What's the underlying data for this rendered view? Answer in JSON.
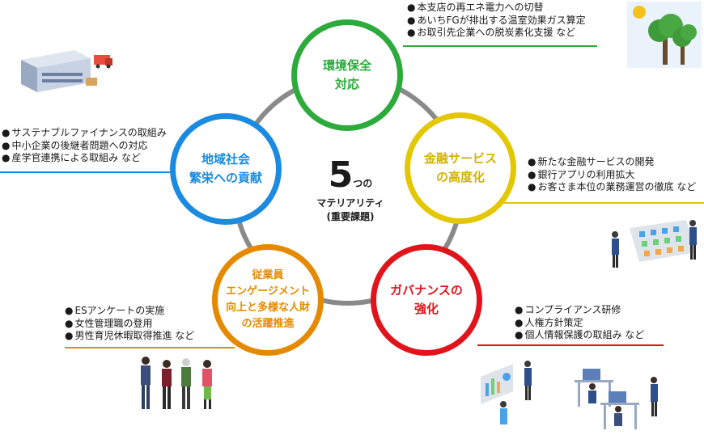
{
  "center": {
    "number": "5",
    "suffix": "つの",
    "line1": "マテリアリティ",
    "line2": "(重要課題)"
  },
  "nodes": {
    "environment": {
      "title": "環境保全\n対応",
      "color": "#2cab3c",
      "items": [
        "本支店の再エネ電力への切替",
        "あいちFGが排出する温室効果ガス算定",
        "お取引先企業への脱炭素化支援 など"
      ]
    },
    "finance": {
      "title": "金融サービス\nの高度化",
      "color": "#e3c700",
      "items": [
        "新たな金融サービスの開発",
        "銀行アプリの利用拡大",
        "お客さま本位の業務運営の徹底 など"
      ]
    },
    "governance": {
      "title": "ガバナンスの\n強化",
      "color": "#e1141b",
      "items": [
        "コンプライアンス研修",
        "人権方針策定",
        "個人情報保護の取組み など"
      ]
    },
    "employee": {
      "title": "従業員\nエンゲージメント\n向上と多様な人財\nの活躍推進",
      "color": "#e58a00",
      "items": [
        "ESアンケートの実施",
        "女性管理職の登用",
        "男性育児休暇取得推進 など"
      ]
    },
    "community": {
      "title": "地域社会\n繁栄への貢献",
      "color": "#1a8be0",
      "items": [
        "サステナブルファイナンスの取組み",
        "中小企業の後継者問題への対応",
        "産学官連携による取組み など"
      ]
    }
  },
  "ring_color": "#8a8a8a"
}
